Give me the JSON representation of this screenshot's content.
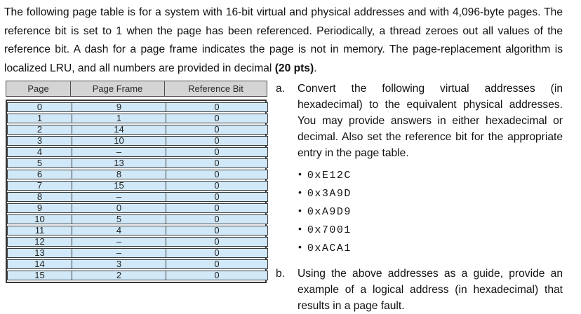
{
  "intro": {
    "text_before_bold": "The following page table is for a system with 16-bit virtual and physical addresses and with 4,096-byte pages. The reference bit is set to 1 when the page has been referenced. Periodically, a thread zeroes out all values of the reference bit. A dash for a page frame indicates the page is not in memory. The page-replacement algorithm is localized LRU, and all numbers are provided in decimal ",
    "bold_text": "(20 pts)",
    "text_after_bold": "."
  },
  "table": {
    "headers": [
      "Page",
      "Page Frame",
      "Reference Bit"
    ],
    "rows": [
      [
        "0",
        "9",
        "0"
      ],
      [
        "1",
        "1",
        "0"
      ],
      [
        "2",
        "14",
        "0"
      ],
      [
        "3",
        "10",
        "0"
      ],
      [
        "4",
        "–",
        "0"
      ],
      [
        "5",
        "13",
        "0"
      ],
      [
        "6",
        "8",
        "0"
      ],
      [
        "7",
        "15",
        "0"
      ],
      [
        "8",
        "–",
        "0"
      ],
      [
        "9",
        "0",
        "0"
      ],
      [
        "10",
        "5",
        "0"
      ],
      [
        "11",
        "4",
        "0"
      ],
      [
        "12",
        "–",
        "0"
      ],
      [
        "13",
        "–",
        "0"
      ],
      [
        "14",
        "3",
        "0"
      ],
      [
        "15",
        "2",
        "0"
      ]
    ],
    "colors": {
      "header_bg": "#d4d4d4",
      "row_bg": "#d0e8f7",
      "border": "#3c3c3c"
    }
  },
  "questions": [
    {
      "label": "a.",
      "text": "Convert the following virtual addresses (in hexadecimal) to the equivalent physical addresses. You may provide answers in either hexadecimal or decimal. Also set the reference bit for the appropriate entry in the page table.",
      "bullets": [
        "0xE12C",
        "0x3A9D",
        "0xA9D9",
        "0x7001",
        "0xACA1"
      ]
    },
    {
      "label": "b.",
      "text": "Using the above addresses as a guide, provide an example of a logical address (in hexadecimal) that results in a page fault.",
      "bullets": []
    }
  ]
}
